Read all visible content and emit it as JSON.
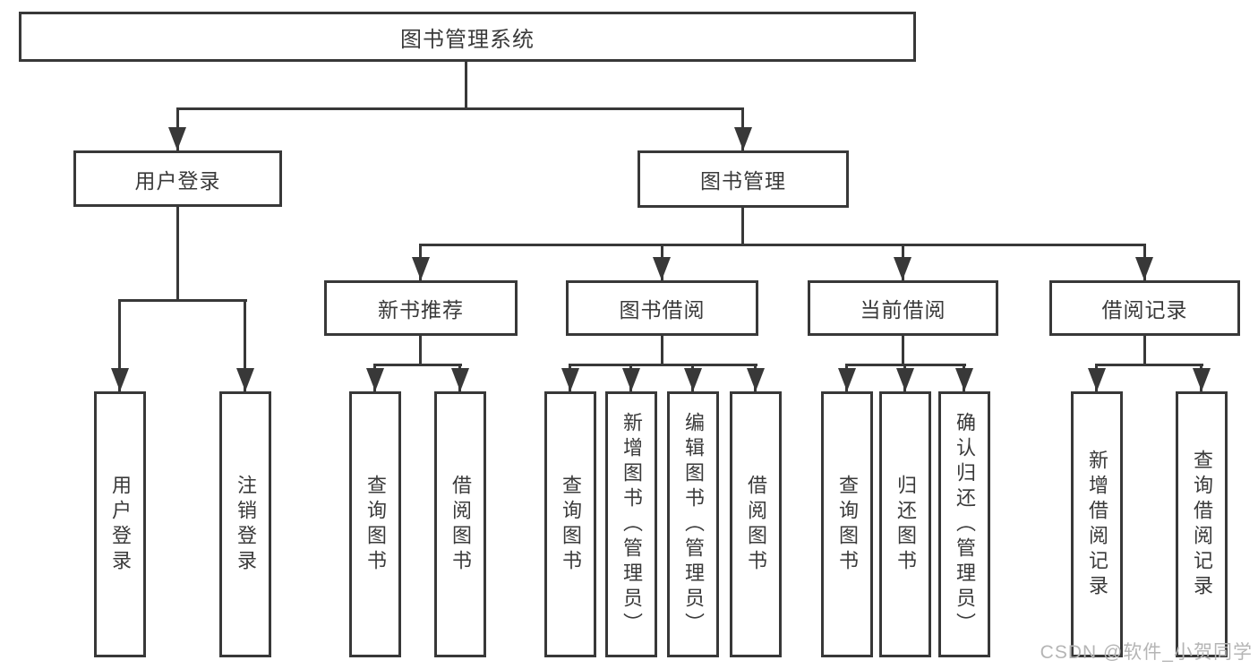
{
  "title": "图书管理系统",
  "level2": {
    "user_login": "用户登录",
    "book_mgmt": "图书管理"
  },
  "level3": {
    "new_books": "新书推荐",
    "book_borrow": "图书借阅",
    "current_borrow": "当前借阅",
    "borrow_records": "借阅记录"
  },
  "leaves": {
    "user_login": [
      "用户登录",
      "注销登录"
    ],
    "new_books": [
      "查询图书",
      "借阅图书"
    ],
    "book_borrow": [
      "查询图书",
      "新增图书（管理员）",
      "编辑图书（管理员）",
      "借阅图书"
    ],
    "current_borrow": [
      "查询图书",
      "归还图书",
      "确认归还（管理员）"
    ],
    "borrow_records": [
      "新增借阅记录",
      "查询借阅记录"
    ]
  },
  "watermark": "CSDN @软件_小贺同学",
  "colors": {
    "line": "#383838",
    "text": "#3a3a3a",
    "box_background": "#ffffff",
    "watermark": "#b5b5b5",
    "page_background": "#ffffff"
  }
}
